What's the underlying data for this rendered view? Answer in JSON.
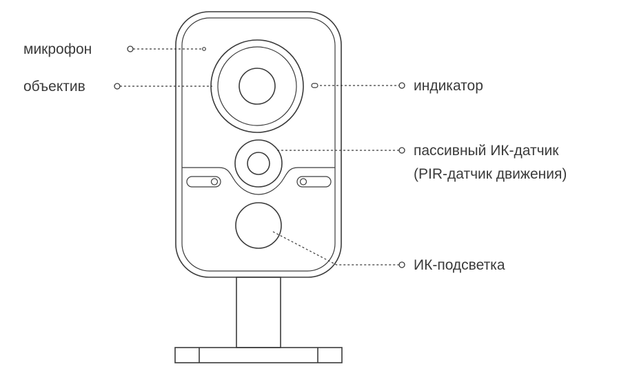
{
  "labels": {
    "microphone": "микрофон",
    "lens": "объектив",
    "indicator": "индикатор",
    "pir_line1": "пассивный ИК-датчик",
    "pir_line2": "(PIR-датчик движения)",
    "ir_light": "ИК-подсветка"
  },
  "colors": {
    "line": "#3a3a3a",
    "background": "#ffffff"
  }
}
